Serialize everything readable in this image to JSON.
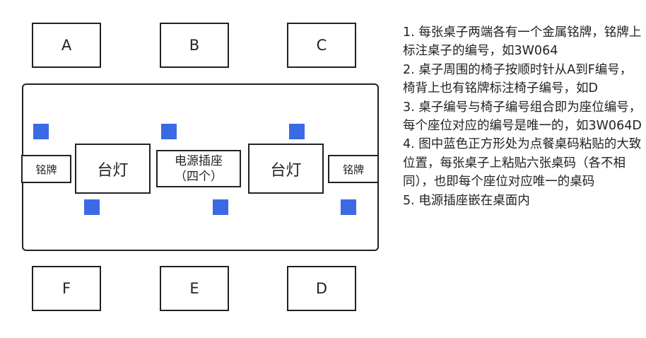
{
  "chairs": {
    "a": "A",
    "b": "B",
    "c": "C",
    "d": "D",
    "e": "E",
    "f": "F"
  },
  "table": {
    "nameplate_left": "铭牌",
    "nameplate_right": "铭牌",
    "lamp_left": "台灯",
    "lamp_right": "台灯",
    "power_line1": "电源插座",
    "power_line2": "（四个）"
  },
  "qr_color": "#3c6ae6",
  "notes": [
    "1. 每张桌子两端各有一个金属铭牌，铭牌上标注桌子的编号，如3W064",
    "2. 桌子周围的椅子按顺时针从A到F编号，椅背上也有铭牌标注椅子编号，如D",
    "3. 桌子编号与椅子编号组合即为座位编号，每个座位对应的编号是唯一的，如3W064D",
    "4. 图中蓝色正方形处为点餐桌码粘贴的大致位置，每张桌子上粘贴六张桌码（各不相同），也即每个座位对应唯一的桌码",
    "5. 电源插座嵌在桌面内"
  ]
}
